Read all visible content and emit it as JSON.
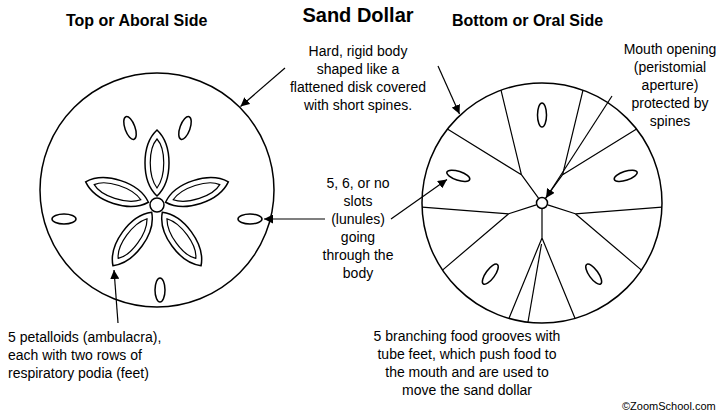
{
  "diagram": {
    "title": "Sand Dollar",
    "labels": [
      "Top or Aboral Side",
      "Bottom or Oral Side",
      "Hard, rigid body shaped like a flattened disk covered with short spines.",
      "Mouth opening (peristomial aperture) protected by spines",
      "5, 6, or no slots (lunules) going through the body",
      "5 petalloids (ambulacra), each with two rows of respiratory podia (feet)",
      "5 branching food grooves with tube feet, which push food to the mouth and are used to move the sand dollar",
      "©ZoomSchool.com"
    ]
  }
}
